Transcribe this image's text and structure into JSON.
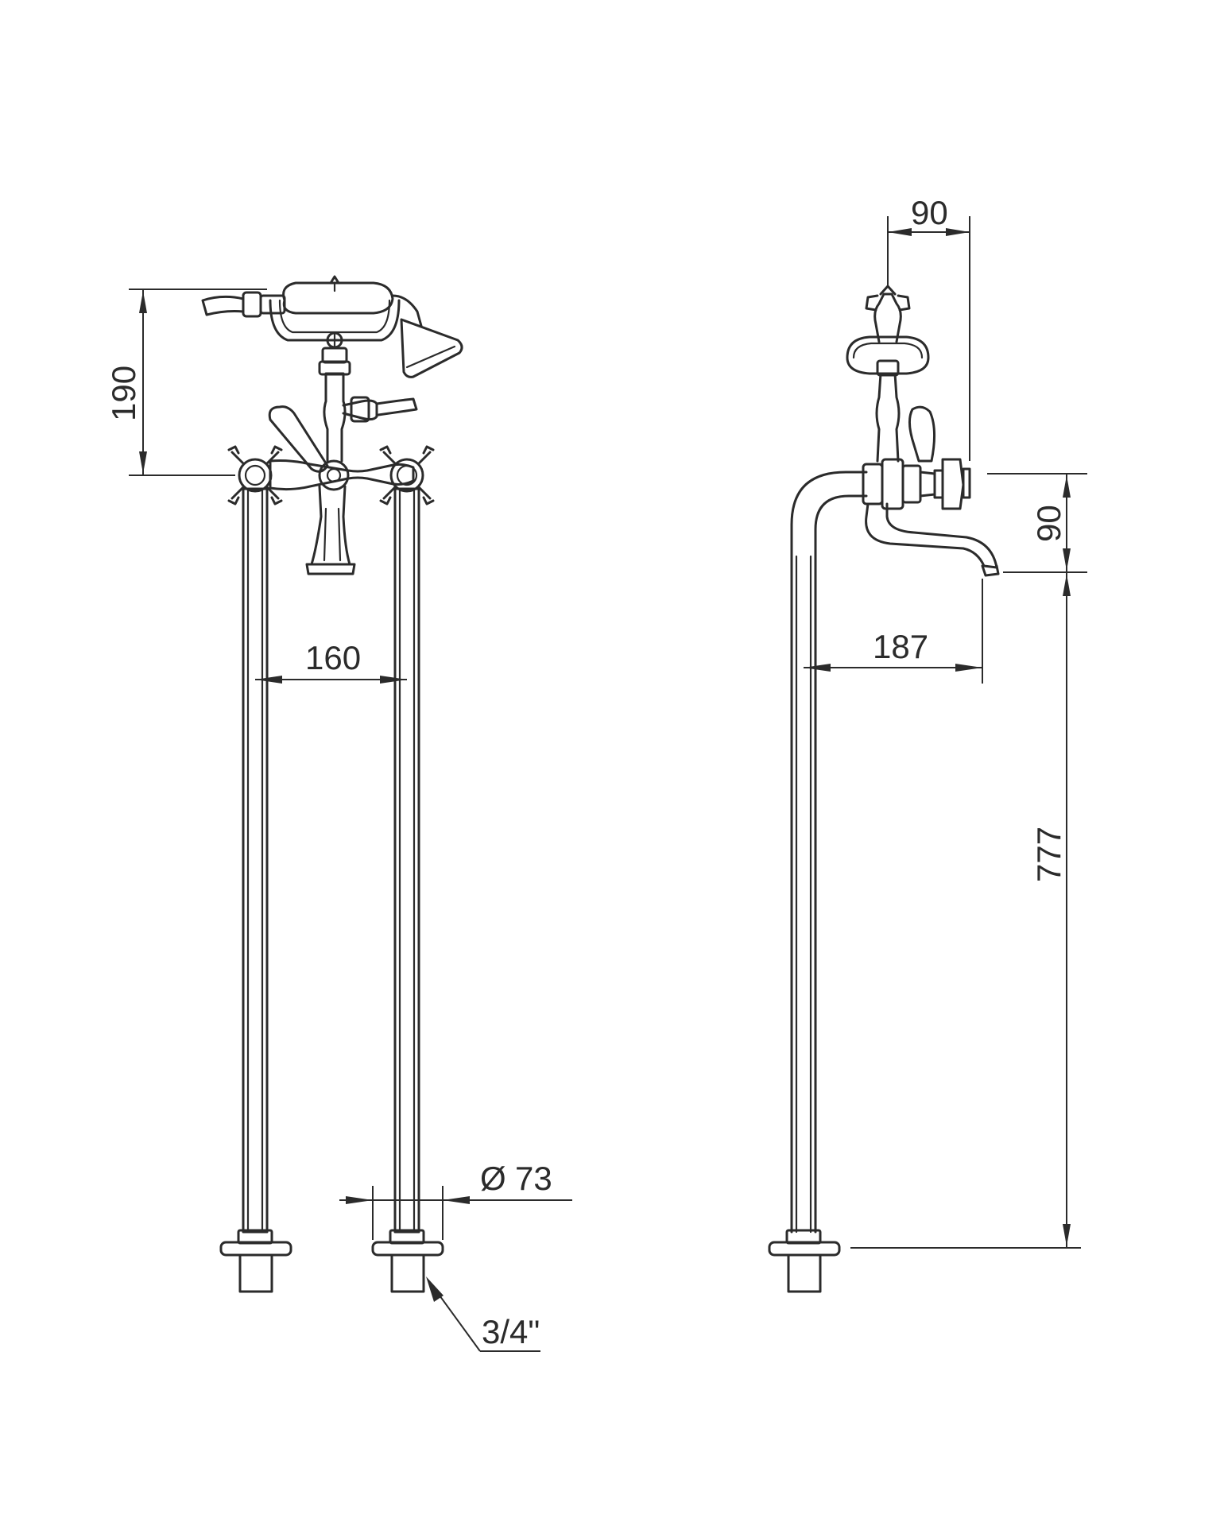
{
  "front_view": {
    "dim_height_handset": "190",
    "dim_center_distance": "160",
    "dim_base_diameter": "73",
    "diameter_symbol": "Ø",
    "dim_thread": "3/4\""
  },
  "side_view": {
    "dim_handset_offset": "90",
    "dim_spout_drop": "90",
    "dim_spout_reach": "187",
    "dim_spout_height": "777"
  },
  "colors": {
    "line": "#2b2b2b",
    "background": "#ffffff"
  }
}
